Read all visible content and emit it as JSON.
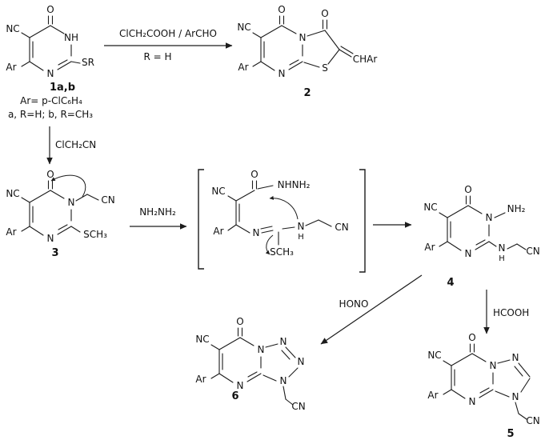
{
  "scheme": {
    "ink": "#1c1c1c",
    "background": "#ffffff",
    "compound1": {
      "number": "1a,b",
      "o": "O",
      "nc": "NC",
      "nh": "NH",
      "sr": "SR",
      "n1": "N",
      "ar": "Ar",
      "note_ar": "Ar= p-ClC₆H₄",
      "note_ab": "a, R=H; b, R=CH₃"
    },
    "step1": {
      "reagents": "ClCH₂COOH / ArCHO",
      "condition": "R = H"
    },
    "compound2": {
      "number": "2",
      "o_pyrimidinone": "O",
      "o_thiazolone": "O",
      "nc": "NC",
      "n_fusion": "N",
      "n_ring": "N",
      "s": "S",
      "ar": "Ar",
      "char": "CHAr"
    },
    "step2": {
      "reagent": "ClCH₂CN"
    },
    "compound3": {
      "number": "3",
      "o": "O",
      "nc": "NC",
      "n3": "N",
      "n1": "N",
      "sch3": "SCH₃",
      "ar": "Ar",
      "cn": "CN"
    },
    "step3": {
      "reagent": "NH₂NH₂"
    },
    "intermediate": {
      "o": "O",
      "nhnh2": "NHNH₂",
      "nc": "NC",
      "ar": "Ar",
      "n_ring": "N",
      "sch3": "SCH₃",
      "n_exo": "N",
      "h_exo": "H",
      "cn": "CN"
    },
    "compound4": {
      "number": "4",
      "o": "O",
      "nc": "NC",
      "n3": "N",
      "nh2": "NH₂",
      "n1": "N",
      "n_exo": "N",
      "h_exo": "H",
      "ar": "Ar",
      "cn": "CN"
    },
    "step_hono": {
      "reagent": "HONO"
    },
    "step_hcooh": {
      "reagent": "HCOOH"
    },
    "compound6": {
      "number": "6",
      "o": "O",
      "nc": "NC",
      "ar": "Ar",
      "n1": "N",
      "n_fusion": "N",
      "n_t1": "N",
      "n_t2": "N",
      "n_t3": "N",
      "cn": "CN"
    },
    "compound5": {
      "number": "5",
      "o": "O",
      "nc": "NC",
      "ar": "Ar",
      "n1": "N",
      "n_fusion": "N",
      "n_t1": "N",
      "n_t2": "N",
      "cn": "CN"
    }
  }
}
